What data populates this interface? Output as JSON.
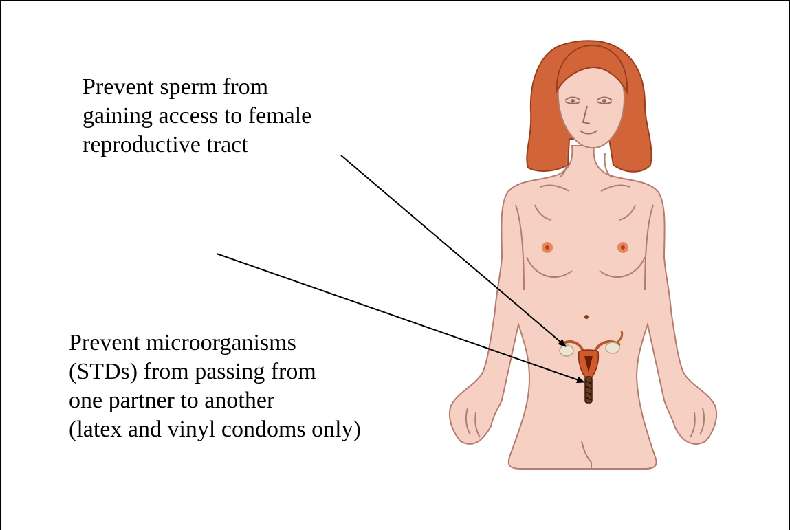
{
  "captions": {
    "sperm_barrier": {
      "lines": [
        "Prevent sperm from",
        "gaining access to female",
        "reproductive tract"
      ]
    },
    "std_barrier": {
      "lines": [
        "Prevent microorganisms",
        "(STDs) from passing from",
        "one partner to another",
        "(latex and vinyl condoms only)"
      ]
    }
  },
  "colors": {
    "skin": "#f5d0c3",
    "skin_outline": "#b47c6e",
    "hair": "#d2643a",
    "hair_outline": "#9a3f1e",
    "organ": "#cf5a2a",
    "ovary": "#ece5d3",
    "nipple": "#e06f3c",
    "arrow": "#000000"
  },
  "icons": [
    "woman-figure",
    "uterus-icon"
  ]
}
